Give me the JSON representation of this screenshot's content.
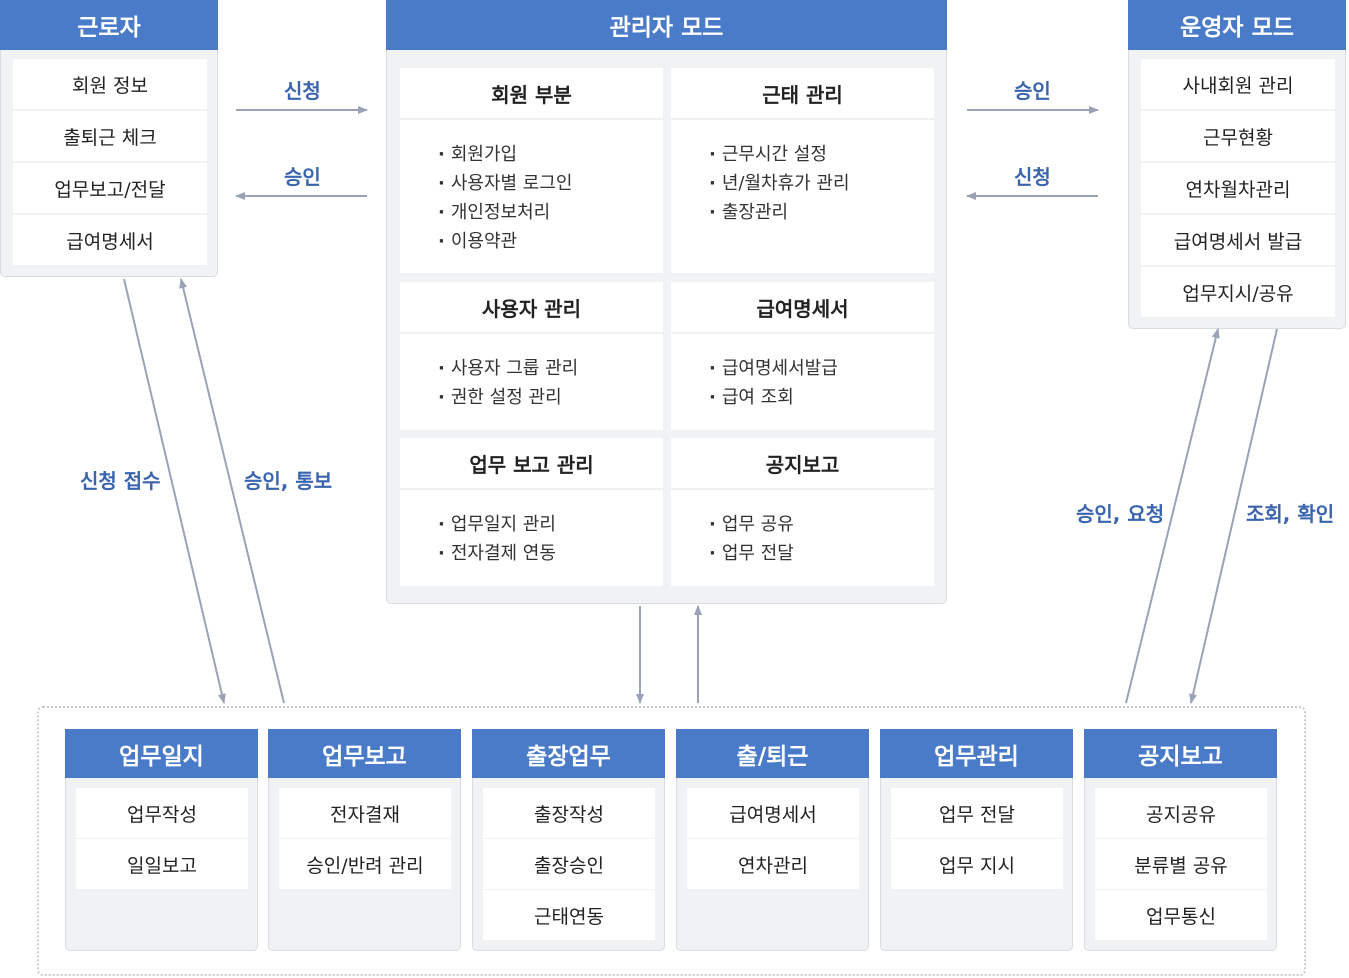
{
  "worker": {
    "title": "근로자",
    "items": [
      "회원 정보",
      "출퇴근 체크",
      "업무보고/전달",
      "급여명세서"
    ]
  },
  "admin": {
    "title": "관리자 모드",
    "cells": [
      {
        "title": "회원 부분",
        "items": [
          "회원가입",
          "사용자별 로그인",
          "개인정보처리",
          "이용약관"
        ]
      },
      {
        "title": "근태 관리",
        "items": [
          "근무시간 설정",
          "년/월차휴가 관리",
          "출장관리"
        ]
      },
      {
        "title": "사용자 관리",
        "items": [
          "사용자 그룹 관리",
          "권한 설정 관리"
        ]
      },
      {
        "title": "급여명세서",
        "items": [
          "급여명세서발급",
          "급여 조회"
        ]
      },
      {
        "title": "업무 보고 관리",
        "items": [
          "업무일지 관리",
          "전자결제 연동"
        ]
      },
      {
        "title": "공지보고",
        "items": [
          "업무 공유",
          "업무 전달"
        ]
      }
    ]
  },
  "operator": {
    "title": "운영자 모드",
    "items": [
      "사내회원 관리",
      "근무현황",
      "연차월차관리",
      "급여명세서 발급",
      "업무지시/공유"
    ]
  },
  "arrow_labels": {
    "worker_to_admin": "신청",
    "admin_to_worker": "승인",
    "admin_to_operator": "승인",
    "operator_to_admin": "신청",
    "worker_down": "신청 접수",
    "worker_up": "승인, 통보",
    "operator_up": "승인, 요청",
    "operator_down": "조회, 확인"
  },
  "modules": [
    {
      "title": "업무일지",
      "items": [
        "업무작성",
        "일일보고"
      ]
    },
    {
      "title": "업무보고",
      "items": [
        "전자결재",
        "승인/반려 관리"
      ]
    },
    {
      "title": "출장업무",
      "items": [
        "출장작성",
        "출장승인",
        "근태연동"
      ]
    },
    {
      "title": "출/퇴근",
      "items": [
        "급여명세서",
        "연차관리"
      ]
    },
    {
      "title": "업무관리",
      "items": [
        "업무 전달",
        "업무 지시"
      ]
    },
    {
      "title": "공지보고",
      "items": [
        "공지공유",
        "분류별 공유",
        "업무통신"
      ]
    }
  ],
  "colors": {
    "header": "#4a7bc9",
    "label": "#3a64ad",
    "arrow": "#9aa3b5",
    "panel": "#f1f2f4"
  }
}
